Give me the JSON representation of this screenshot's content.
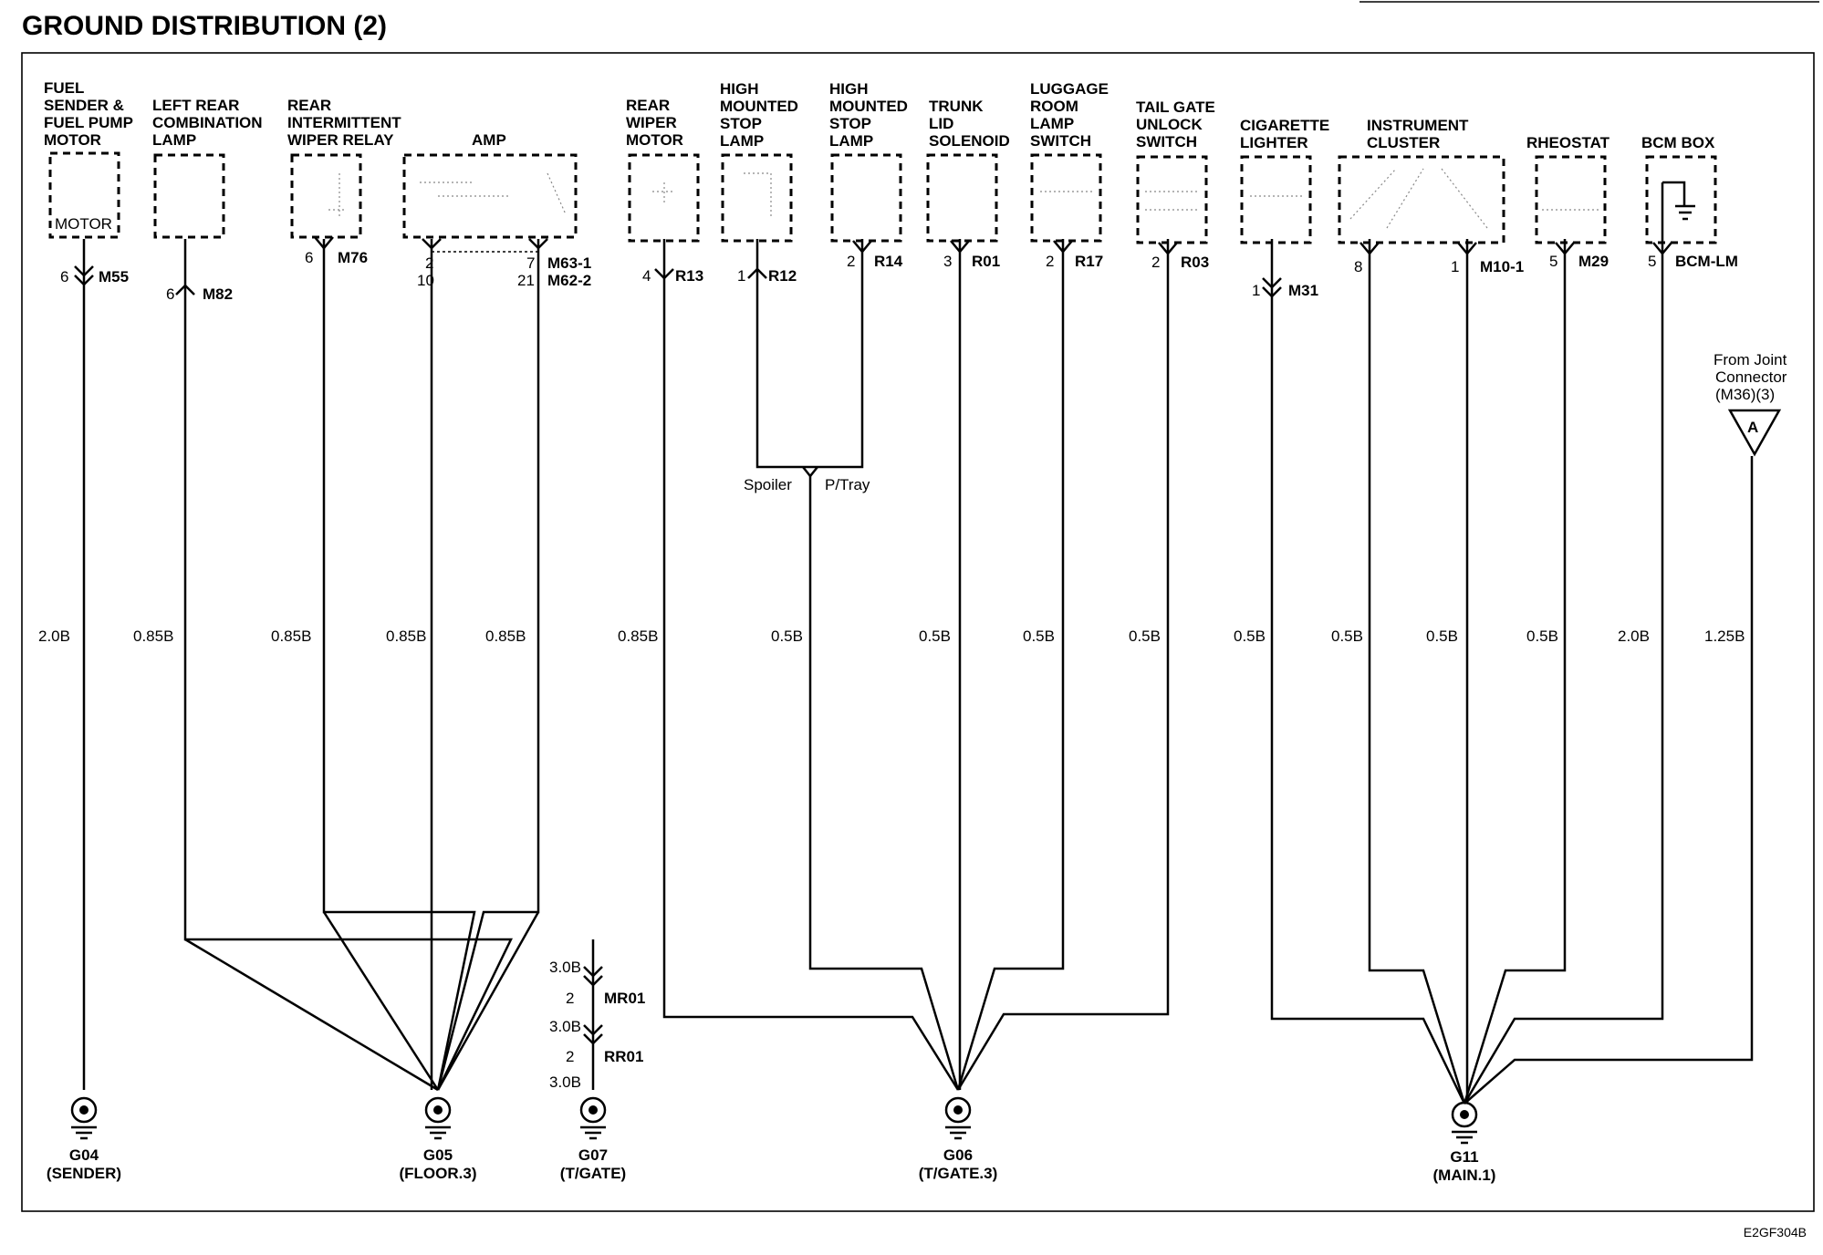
{
  "title": "GROUND DISTRIBUTION (2)",
  "drawing_code": "E2GF304B",
  "components": {
    "fuel_sender": [
      "FUEL",
      "SENDER &",
      "FUEL PUMP",
      "MOTOR"
    ],
    "fuel_sender_inner": "MOTOR",
    "left_rear_lamp": [
      "LEFT REAR",
      "COMBINATION",
      "LAMP"
    ],
    "rear_wiper_relay": [
      "REAR",
      "INTERMITTENT",
      "WIPER RELAY"
    ],
    "amp": [
      "AMP"
    ],
    "rear_wiper_motor": [
      "REAR",
      "WIPER",
      "MOTOR"
    ],
    "hms_lamp_1": [
      "HIGH",
      "MOUNTED",
      "STOP",
      "LAMP"
    ],
    "hms_lamp_2": [
      "HIGH",
      "MOUNTED",
      "STOP",
      "LAMP"
    ],
    "trunk_lid": [
      "TRUNK",
      "LID",
      "SOLENOID"
    ],
    "luggage": [
      "LUGGAGE",
      "ROOM",
      "LAMP",
      "SWITCH"
    ],
    "tail_gate": [
      "TAIL GATE",
      "UNLOCK",
      "SWITCH"
    ],
    "cigarette": [
      "CIGARETTE",
      "LIGHTER"
    ],
    "instrument": [
      "INSTRUMENT",
      "CLUSTER"
    ],
    "rheostat": [
      "RHEOSTAT"
    ],
    "bcm_box": [
      "BCM BOX"
    ]
  },
  "connectors": {
    "m55": {
      "pin": "6",
      "name": "M55"
    },
    "m82": {
      "pin": "6",
      "name": "M82"
    },
    "m76": {
      "pin": "6",
      "name": "M76"
    },
    "amp": {
      "pins_left": [
        "2",
        "10"
      ],
      "pins_right": [
        "7",
        "21"
      ],
      "names": [
        "M63-1",
        "M62-2"
      ]
    },
    "r13": {
      "pin": "4",
      "name": "R13"
    },
    "r12": {
      "pin": "1",
      "name": "R12"
    },
    "r14": {
      "pin": "2",
      "name": "R14"
    },
    "r01": {
      "pin": "3",
      "name": "R01"
    },
    "r17": {
      "pin": "2",
      "name": "R17"
    },
    "r03": {
      "pin": "2",
      "name": "R03"
    },
    "m31": {
      "pin": "1",
      "name": "M31"
    },
    "m10": {
      "pin_left": "8",
      "pin_right": "1",
      "name": "M10-1"
    },
    "m29": {
      "pin": "5",
      "name": "M29"
    },
    "bcm": {
      "pin": "5",
      "name": "BCM-LM"
    },
    "mr01": {
      "pin": "2",
      "name": "MR01"
    },
    "rr01": {
      "pin": "2",
      "name": "RR01"
    }
  },
  "junction_labels": {
    "left": "Spoiler",
    "right": "P/Tray"
  },
  "joint": {
    "lines": [
      "From Joint",
      "Connector",
      "(M36)(3)"
    ],
    "letter": "A"
  },
  "wires": {
    "w1": "2.0B",
    "w2": "0.85B",
    "w3": "0.85B",
    "w4": "0.85B",
    "w5": "0.85B",
    "w6": "0.85B",
    "w7": "0.5B",
    "w8": "0.5B",
    "w9": "0.5B",
    "w10": "0.5B",
    "w11": "0.5B",
    "w12": "0.5B",
    "w13": "0.5B",
    "w14": "0.5B",
    "w15": "2.0B",
    "w16": "1.25B",
    "g07a": "3.0B",
    "g07b": "3.0B",
    "g07c": "3.0B"
  },
  "grounds": {
    "g04": {
      "id": "G04",
      "loc": "(SENDER)"
    },
    "g05": {
      "id": "G05",
      "loc": "(FLOOR.3)"
    },
    "g07": {
      "id": "G07",
      "loc": "(T/GATE)"
    },
    "g06": {
      "id": "G06",
      "loc": "(T/GATE.3)"
    },
    "g11": {
      "id": "G11",
      "loc": "(MAIN.1)"
    }
  }
}
